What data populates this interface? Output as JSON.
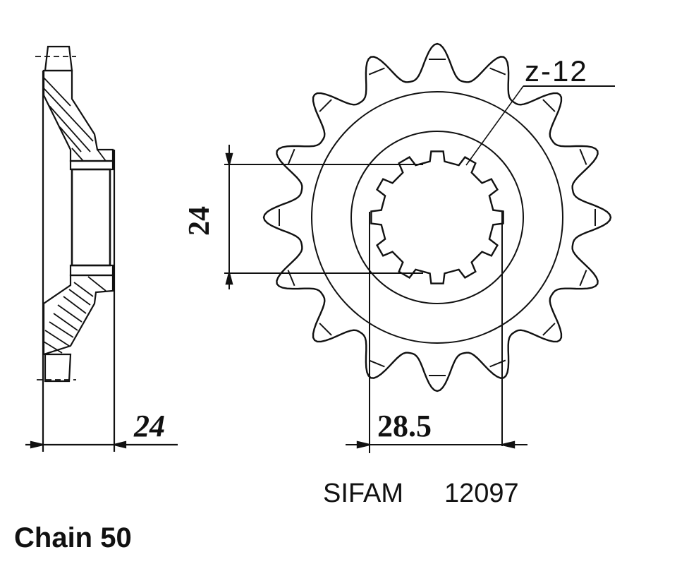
{
  "diagram": {
    "subject": "Front motorcycle sprocket technical drawing",
    "views": [
      "side-section",
      "front"
    ],
    "side_view": {
      "width_dimension": "24"
    },
    "front_view": {
      "spline_label": "z-12",
      "height_dimension": "24",
      "diameter_dimension": "28.5",
      "outer_teeth_count": 16,
      "spline_teeth_count": 12
    },
    "brand": "SIFAM",
    "part_number": "12097",
    "chain_label": "Chain 50",
    "colors": {
      "line": "#111111",
      "background": "#ffffff"
    }
  }
}
